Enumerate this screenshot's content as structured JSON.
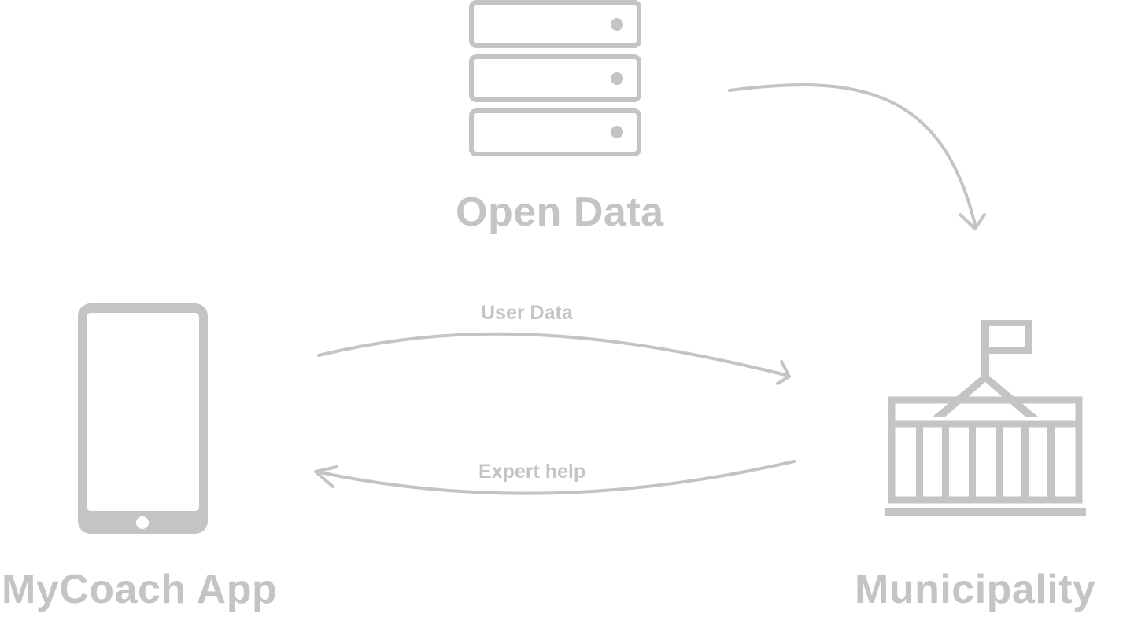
{
  "colors": {
    "stroke": "#c4c4c4",
    "background": "#ffffff"
  },
  "nodes": {
    "open_data": {
      "label": "Open Data",
      "icon": "server-stack-icon"
    },
    "mycoach_app": {
      "label": "MyCoach App",
      "icon": "smartphone-icon"
    },
    "municipality": {
      "label": "Municipality",
      "icon": "government-building-icon"
    }
  },
  "edges": {
    "open_data_to_municipality": {
      "label": ""
    },
    "user_data": {
      "label": "User Data"
    },
    "expert_help": {
      "label": "Expert help"
    }
  }
}
